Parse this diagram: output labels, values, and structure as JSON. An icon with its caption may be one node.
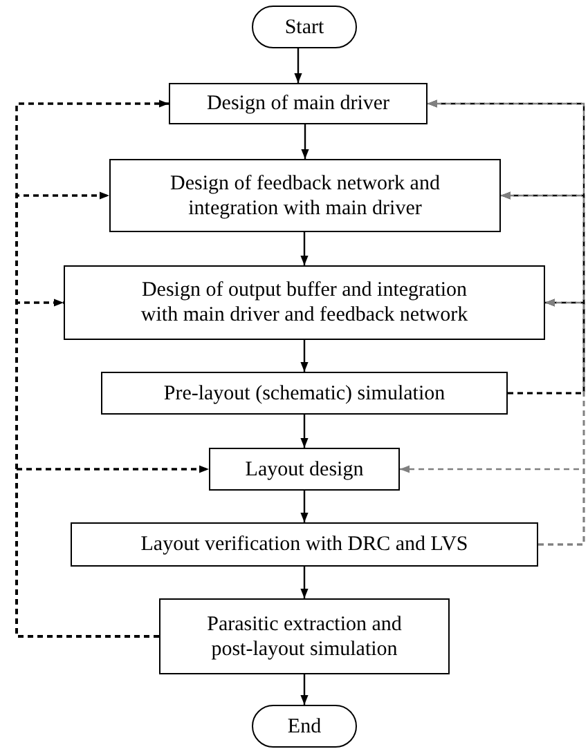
{
  "diagram": {
    "nodes": [
      {
        "text": [
          "Start"
        ]
      },
      {
        "text": [
          "Design of main driver"
        ]
      },
      {
        "text": [
          "Design of feedback network and integration with main driver"
        ]
      },
      {
        "text": [
          "Design of output buffer and integration with main driver and feedback network"
        ]
      },
      {
        "text": [
          "Pre-layout (schematic) simulation"
        ]
      },
      {
        "text": [
          "Layout design"
        ]
      },
      {
        "text": [
          "Layout verification with DRC and LVS"
        ]
      },
      {
        "text": [
          "Parasitic extraction and post-layout simulation"
        ]
      },
      {
        "text": [
          "End"
        ]
      }
    ],
    "edges": [
      {
        "from": 0,
        "to": 1,
        "arrow": "to"
      },
      {
        "from": 1,
        "to": 2,
        "arrow": "to"
      },
      {
        "from": 2,
        "to": 3,
        "arrow": "to"
      },
      {
        "from": 3,
        "to": 4,
        "arrow": "to"
      },
      {
        "from": 4,
        "to": 5,
        "arrow": "to"
      },
      {
        "from": 5,
        "to": 6,
        "arrow": "to"
      },
      {
        "from": 6,
        "to": 7,
        "arrow": "to"
      },
      {
        "from": 7,
        "to": 8,
        "arrow": "to"
      },
      {
        "from": 7,
        "to": 1,
        "arrow": "to",
        "style": "dashed"
      },
      {
        "from": 7,
        "to": 2,
        "arrow": "to",
        "style": "dashed"
      },
      {
        "from": 7,
        "to": 3,
        "arrow": "to",
        "style": "dashed"
      },
      {
        "from": 7,
        "to": 5,
        "arrow": "to",
        "style": "dashed"
      },
      {
        "from": 4,
        "to": 1,
        "arrow": "to",
        "style": "dashed"
      },
      {
        "from": 4,
        "to": 2,
        "arrow": "to",
        "style": "dashed"
      },
      {
        "from": 4,
        "to": 3,
        "arrow": "to",
        "style": "dashed"
      },
      {
        "from": 6,
        "to": 1,
        "arrow": "to",
        "style": "dashed",
        "color": "#808080"
      },
      {
        "from": 6,
        "to": 2,
        "arrow": "to",
        "style": "dashed",
        "color": "#808080"
      },
      {
        "from": 6,
        "to": 3,
        "arrow": "to",
        "style": "dashed",
        "color": "#808080"
      },
      {
        "from": 6,
        "to": 5,
        "arrow": "to",
        "style": "dashed",
        "color": "#808080"
      }
    ]
  }
}
